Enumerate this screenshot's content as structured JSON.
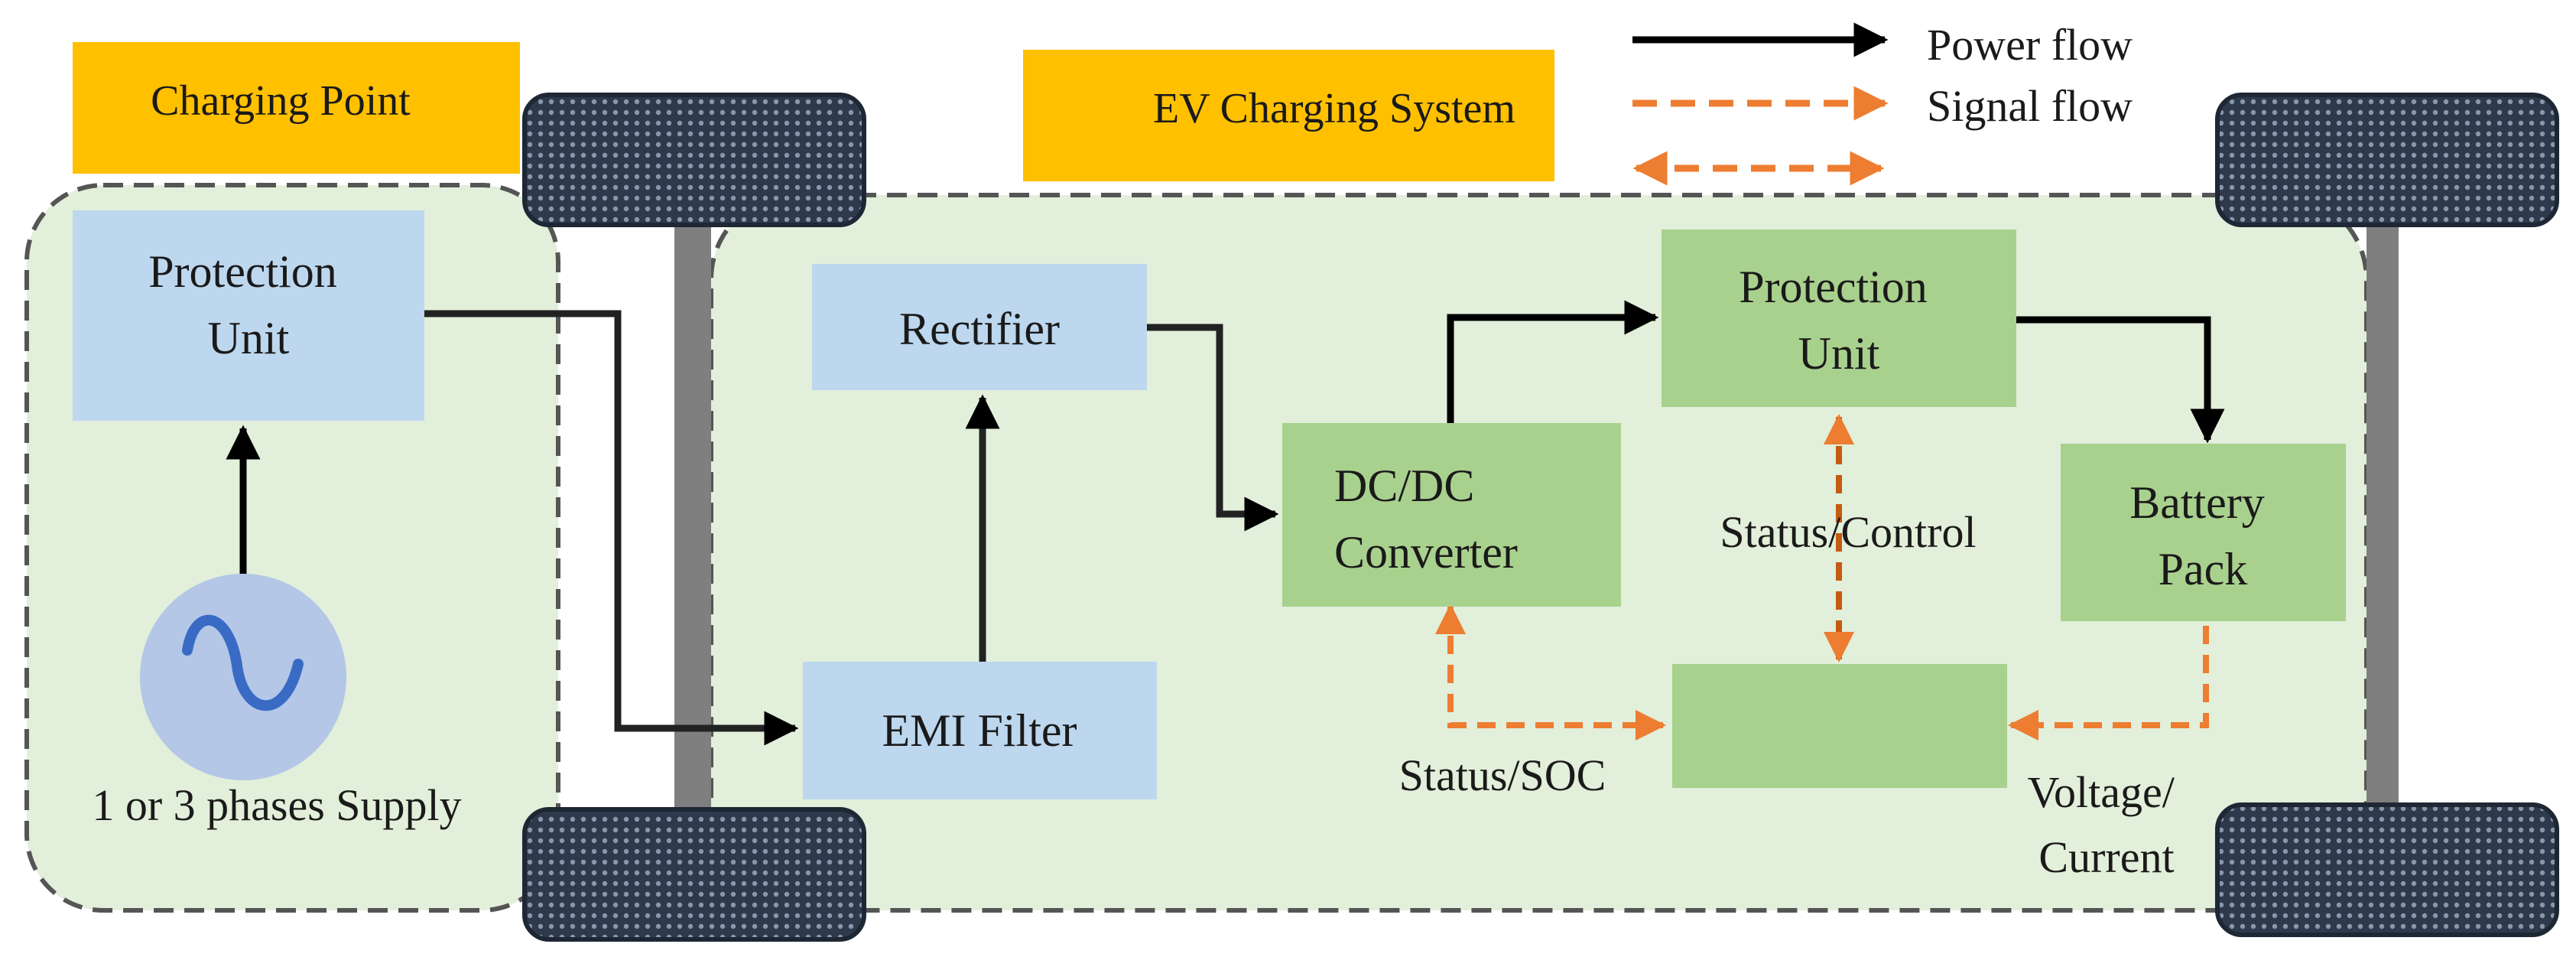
{
  "colors": {
    "orange_header": "#FFC000",
    "blue_block": "#BDD7EE",
    "green_block": "#A9D18E",
    "vehicle_bg": "#E2EFDA",
    "supply_circle": "#B4C7E7",
    "power_arrow": "#000000",
    "signal_arrow": "#ED7D31",
    "tire": "#2E3A4C",
    "axle": "#7F7F7F"
  },
  "legend": {
    "power": "Power flow",
    "signal": "Signal flow"
  },
  "headers": {
    "charging_point": "Charging Point",
    "ev_system": "EV Charging System"
  },
  "blocks": {
    "cp_protection": [
      "Protection",
      "Unit"
    ],
    "rectifier": "Rectifier",
    "emi_filter": "EMI Filter",
    "dcdc": [
      "DC/DC",
      "Converter"
    ],
    "ev_protection": [
      "Protection",
      "Unit"
    ],
    "battery": [
      "Battery",
      "Pack"
    ],
    "controller": ""
  },
  "labels": {
    "supply": "1 or 3 phases Supply",
    "status_control": "Status/Control",
    "status_soc": "Status/SOC",
    "voltage_current": [
      "Voltage/",
      "Current"
    ]
  },
  "icons": {
    "ac_source": "sine-wave-icon"
  }
}
